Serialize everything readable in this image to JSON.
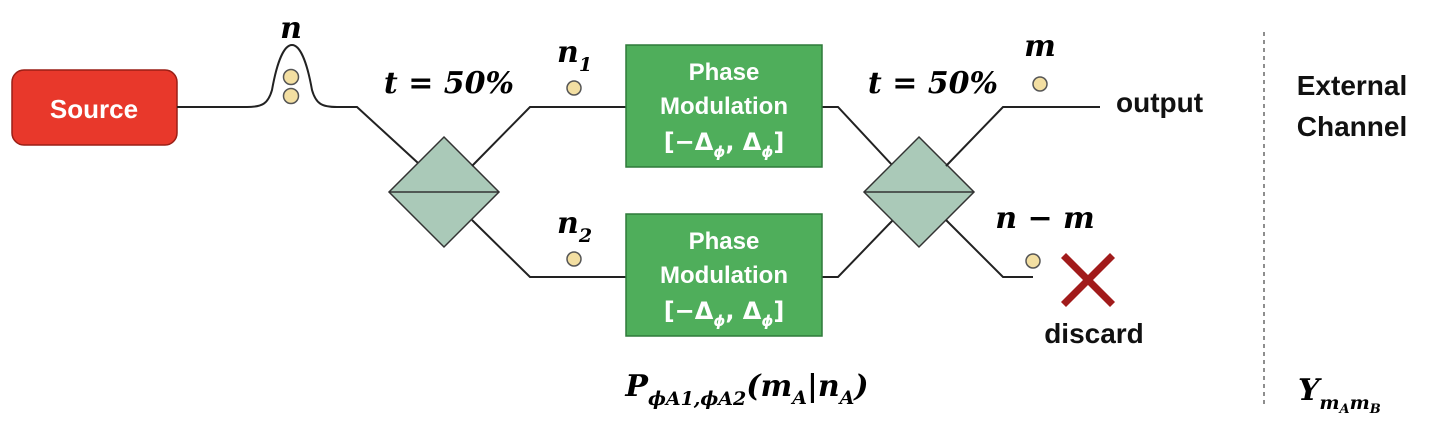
{
  "source": {
    "label": "Source",
    "color": "#e8382b"
  },
  "photon_number": {
    "input": "n",
    "upper_arm": "n",
    "upper_arm_sub": "1",
    "lower_arm": "n",
    "lower_arm_sub": "2",
    "output": "m",
    "discard_count": "n − m"
  },
  "beam_splitters": {
    "first_label": "t = 50%",
    "second_label": "t = 50%",
    "color": "#aac9b8"
  },
  "modulators": {
    "upper": {
      "line1": "Phase",
      "line2": "Modulation",
      "range_open": "[−Δ",
      "range_sub": "ϕ",
      "range_mid": ", Δ",
      "range_close": "]"
    },
    "lower": {
      "line1": "Phase",
      "line2": "Modulation",
      "range_open": "[−Δ",
      "range_sub": "ϕ",
      "range_mid": ", Δ",
      "range_close": "]"
    },
    "color": "#4fae5b"
  },
  "ports": {
    "output_label": "output",
    "discard_label": "discard"
  },
  "external_channel": {
    "line1": "External",
    "line2": "Channel"
  },
  "formulas": {
    "probability": {
      "P": "P",
      "sub": "ϕA1,ϕA2",
      "args": "(m",
      "sub_a": "A",
      "bar": "|n",
      "sub_b": "A",
      "close": ")"
    },
    "yield": {
      "Y": "Y",
      "sub1": "m",
      "sub1s": "A",
      "sub2": "m",
      "sub2s": "B"
    }
  },
  "icons": {
    "discard_mark": "cross-icon",
    "photon": "photon-dot-icon"
  },
  "photon_color": "#f3dfa2"
}
